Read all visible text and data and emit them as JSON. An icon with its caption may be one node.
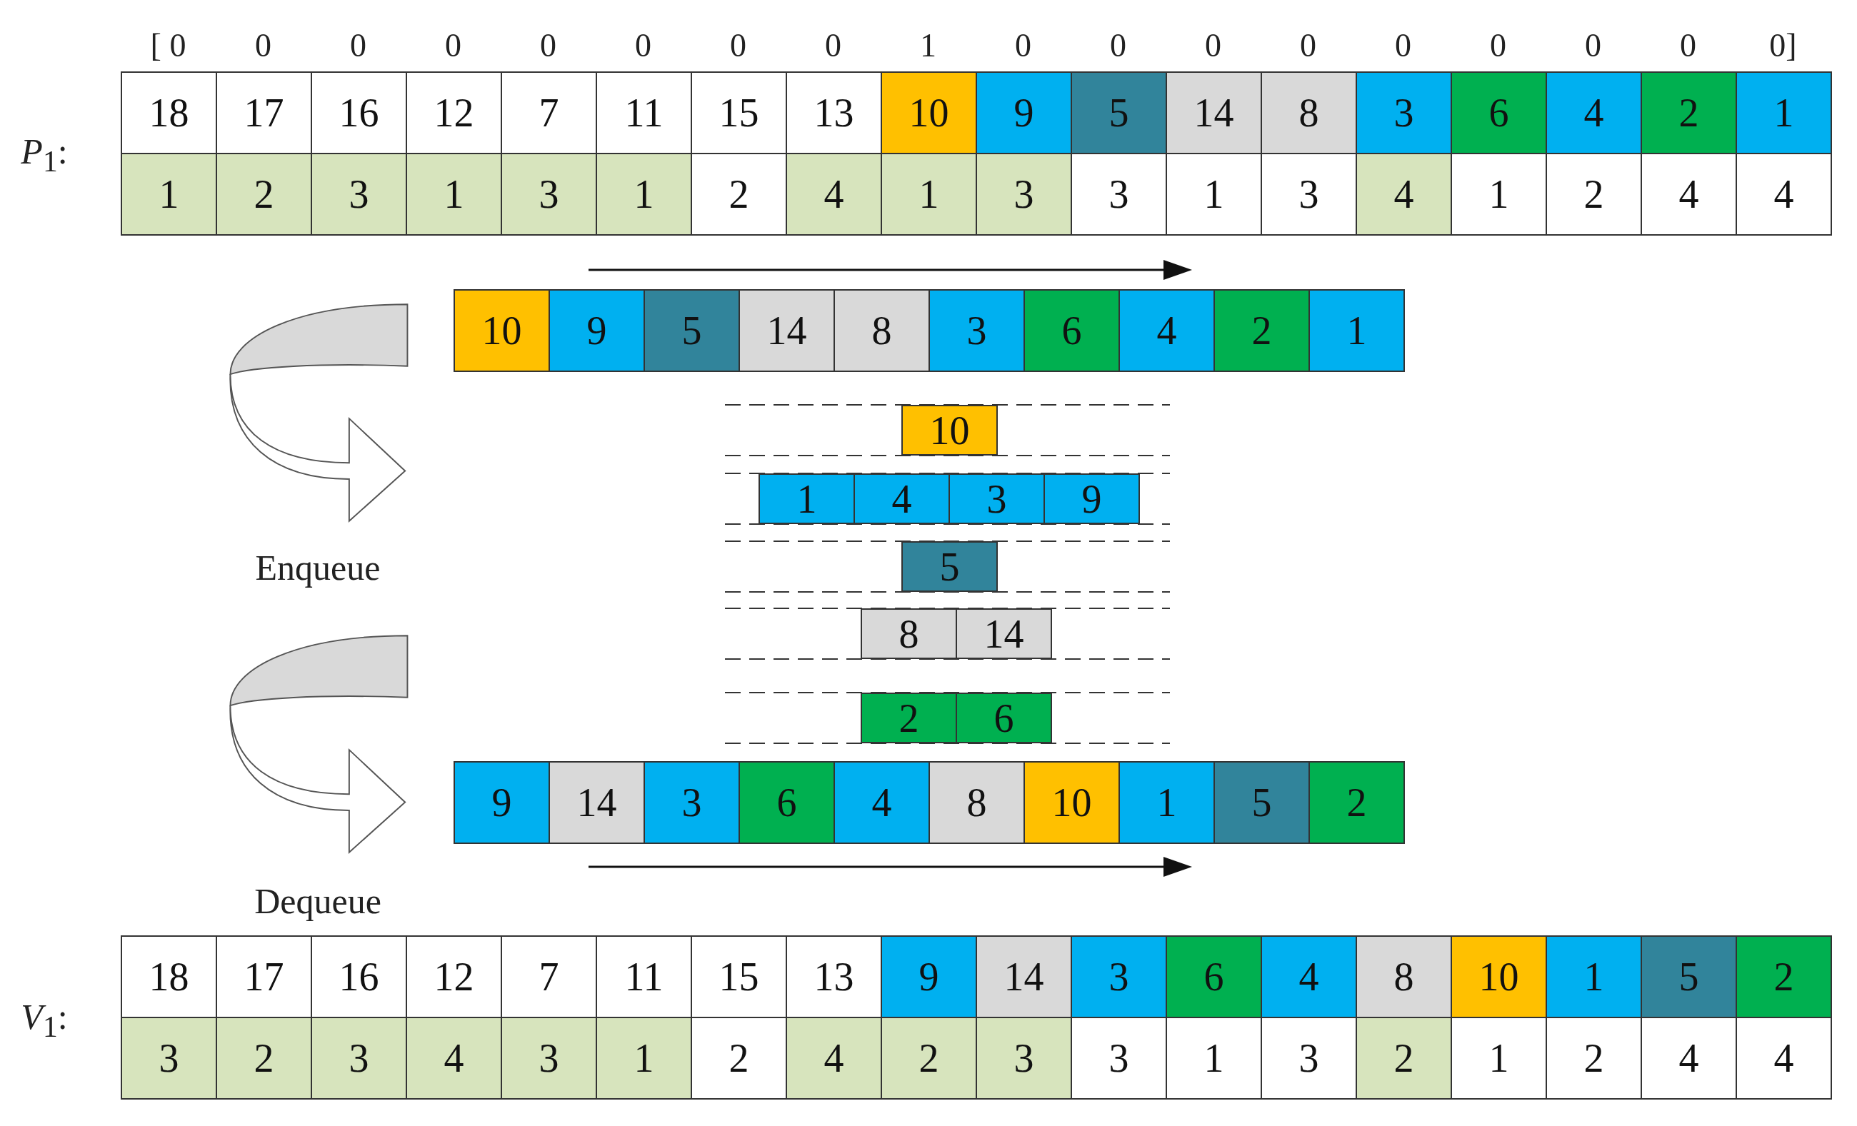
{
  "diagram": {
    "labels": [
      "[ 0",
      "0",
      "0",
      "0",
      "0",
      "0",
      "0",
      "0",
      "1",
      "0",
      "0",
      "0",
      "0",
      "0",
      "0",
      "0",
      "0",
      "0]",
      "*P*$_{1}$:",
      "18",
      "17",
      "16",
      "12",
      "7",
      "11",
      "15",
      "13",
      "10",
      "9",
      "5",
      "14",
      "8",
      "3",
      "6",
      "4",
      "2",
      "1",
      "1",
      "2",
      "3",
      "1",
      "3",
      "1",
      "2",
      "4",
      "1",
      "3",
      "3",
      "1",
      "3",
      "4",
      "1",
      "2",
      "4",
      "4",
      "10",
      "9",
      "5",
      "14",
      "8",
      "3",
      "6",
      "4",
      "2",
      "1",
      "Enqueue",
      "10",
      "1",
      "4",
      "3",
      "9",
      "5",
      "8",
      "14",
      "2",
      "6",
      "9",
      "14",
      "3",
      "6",
      "4",
      "8",
      "10",
      "1",
      "5",
      "2",
      "Dequeue",
      "*V*$_{1}$:",
      "18",
      "17",
      "16",
      "12",
      "7",
      "11",
      "15",
      "13",
      "9",
      "14",
      "3",
      "6",
      "4",
      "8",
      "10",
      "1",
      "5",
      "2",
      "3",
      "2",
      "3",
      "4",
      "3",
      "1",
      "2",
      "4",
      "2",
      "3",
      "3",
      "1",
      "3",
      "2",
      "1",
      "2",
      "4",
      "4"
    ]
  }
}
